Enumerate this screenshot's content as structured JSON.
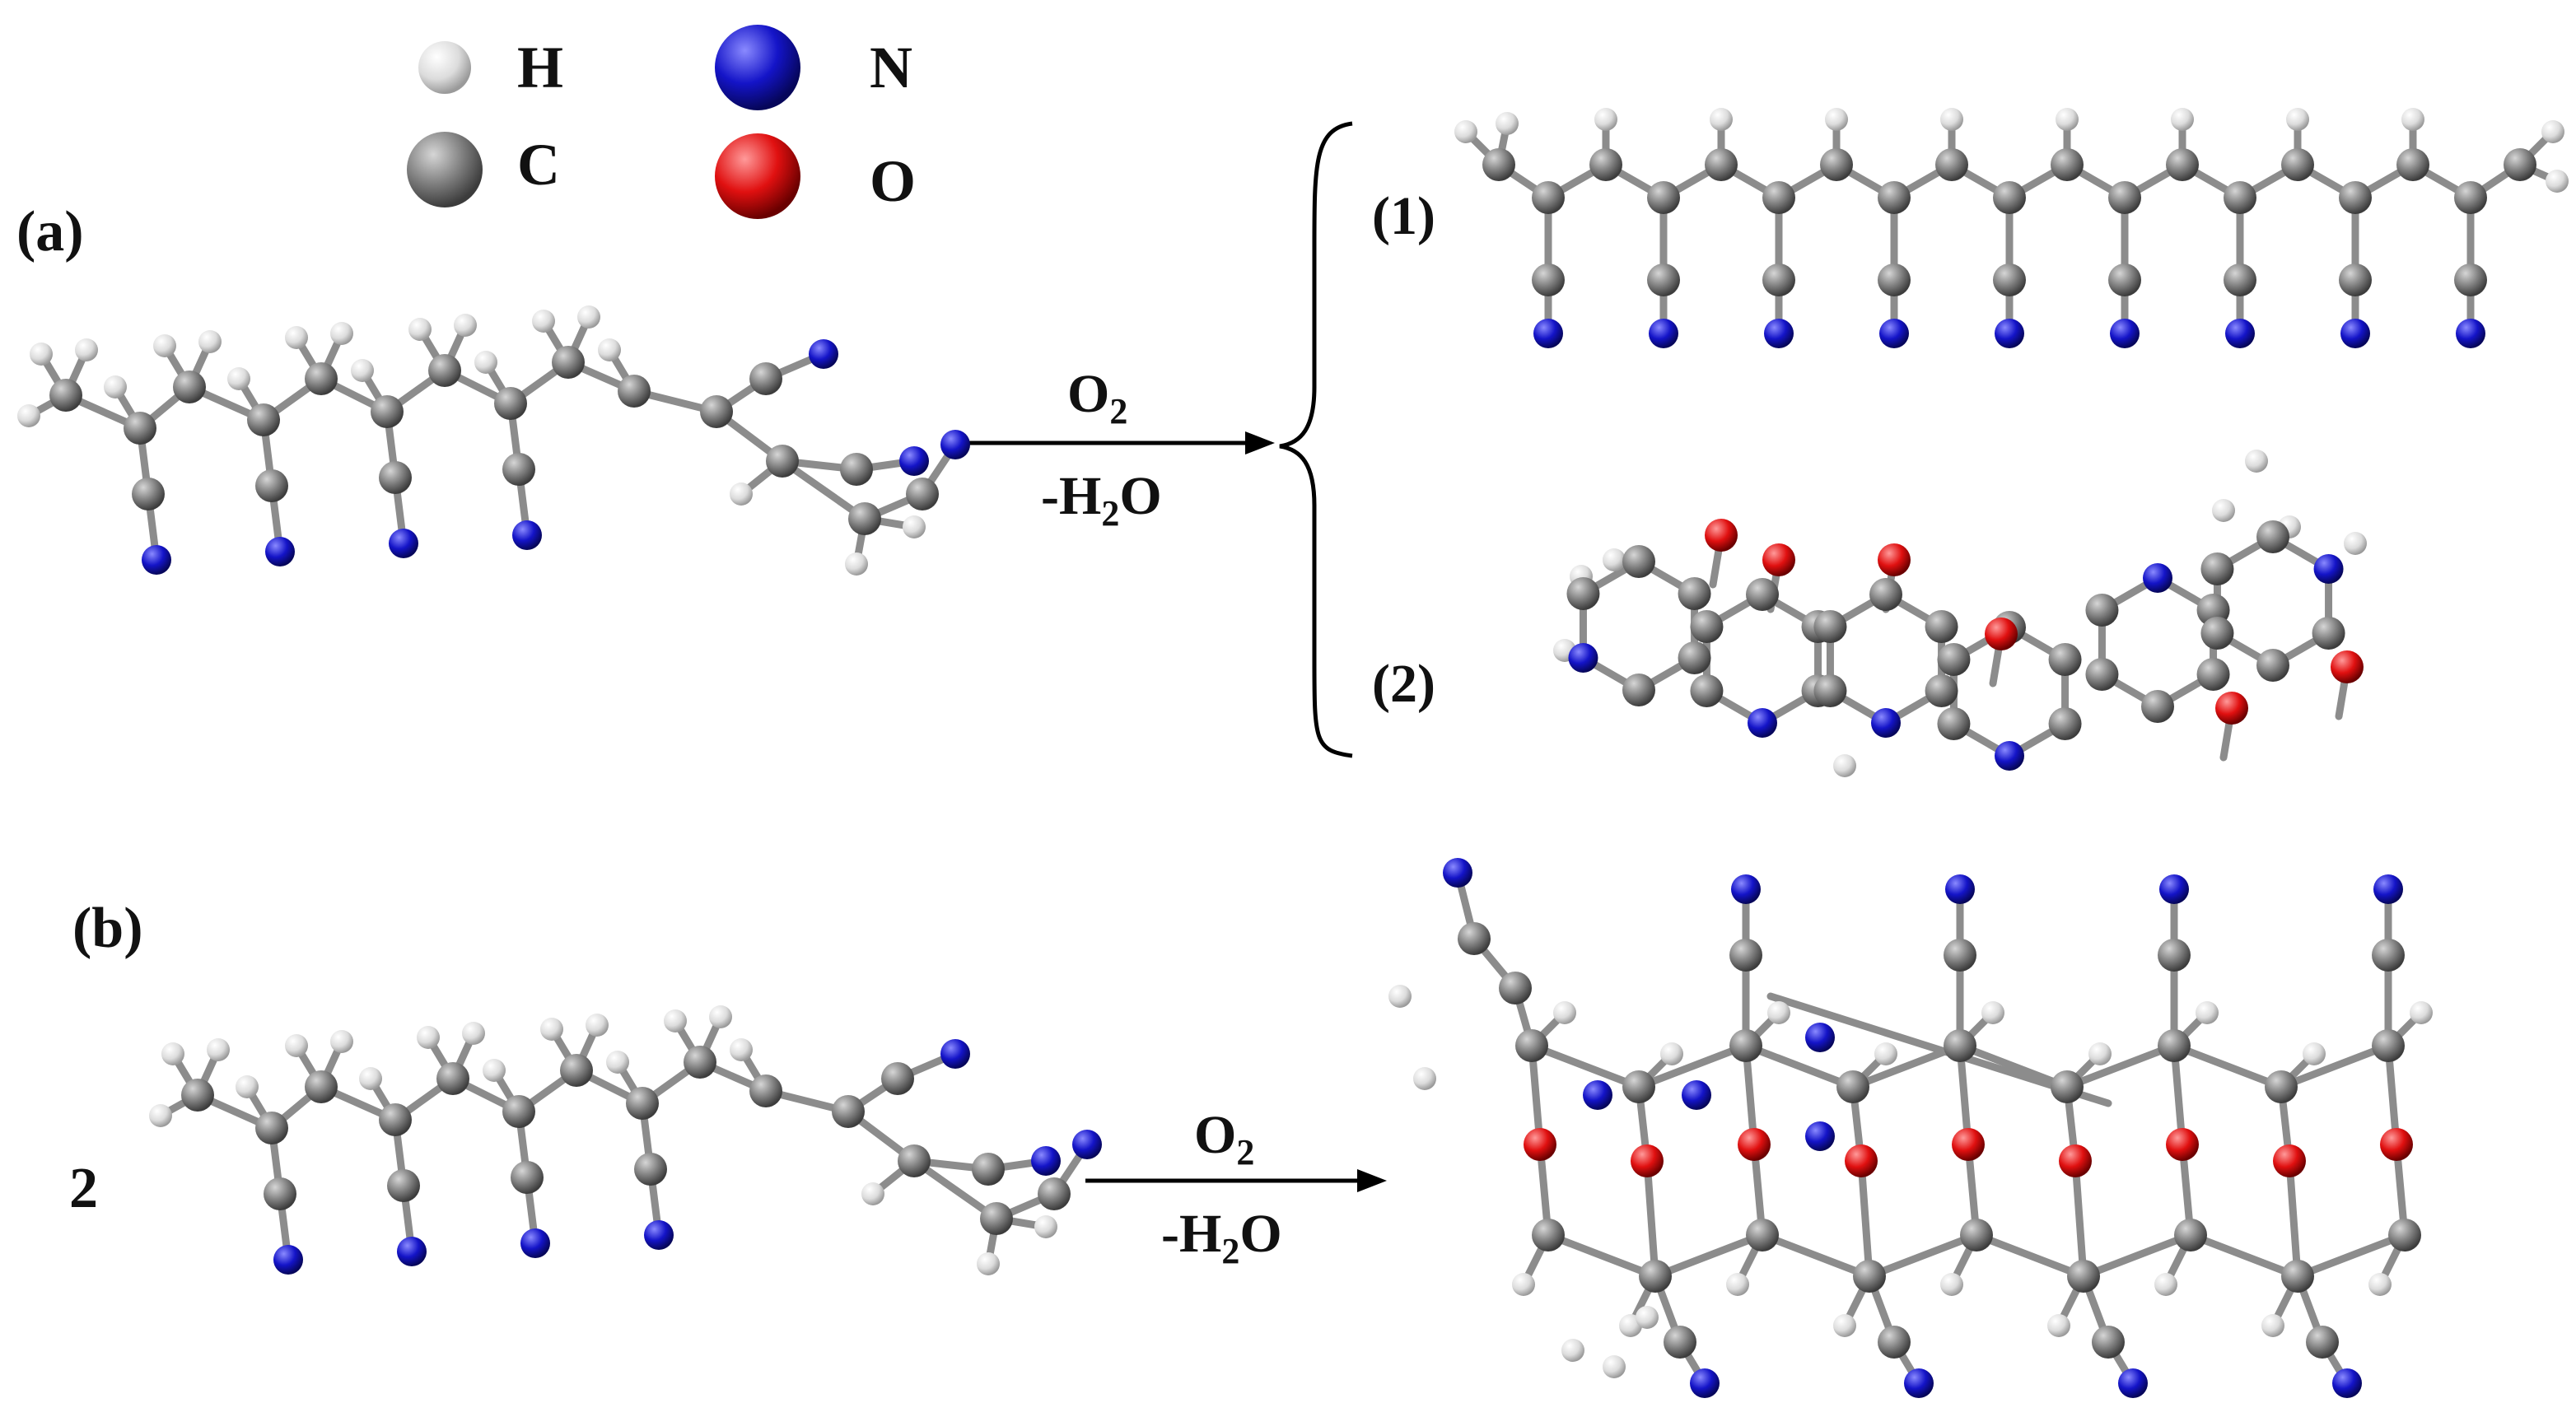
{
  "legend": {
    "items": [
      {
        "symbol": "H",
        "color": "#e6e6e6"
      },
      {
        "symbol": "C",
        "color": "#7f7f7f"
      },
      {
        "symbol": "N",
        "color": "#1414c8"
      },
      {
        "symbol": "O",
        "color": "#e01010"
      }
    ]
  },
  "panels": {
    "a": {
      "label": "(a)"
    },
    "b": {
      "label": "(b)",
      "multiplier": "2"
    }
  },
  "reactions": {
    "a": {
      "above": "O",
      "above_sub": "2",
      "below_pre": "-H",
      "below_sub": "2",
      "below_post": "O"
    },
    "b": {
      "above": "O",
      "above_sub": "2",
      "below_pre": "-H",
      "below_sub": "2",
      "below_post": "O"
    }
  },
  "products": {
    "p1": {
      "label": "(1)"
    },
    "p2": {
      "label": "(2)"
    }
  },
  "colors": {
    "hydrogen": "#e6e6e6",
    "carbon": "#7f7f7f",
    "nitrogen": "#1414c8",
    "oxygen": "#e01010",
    "bond": "#8c8c8c",
    "text": "#111111",
    "arrow": "#000000"
  }
}
